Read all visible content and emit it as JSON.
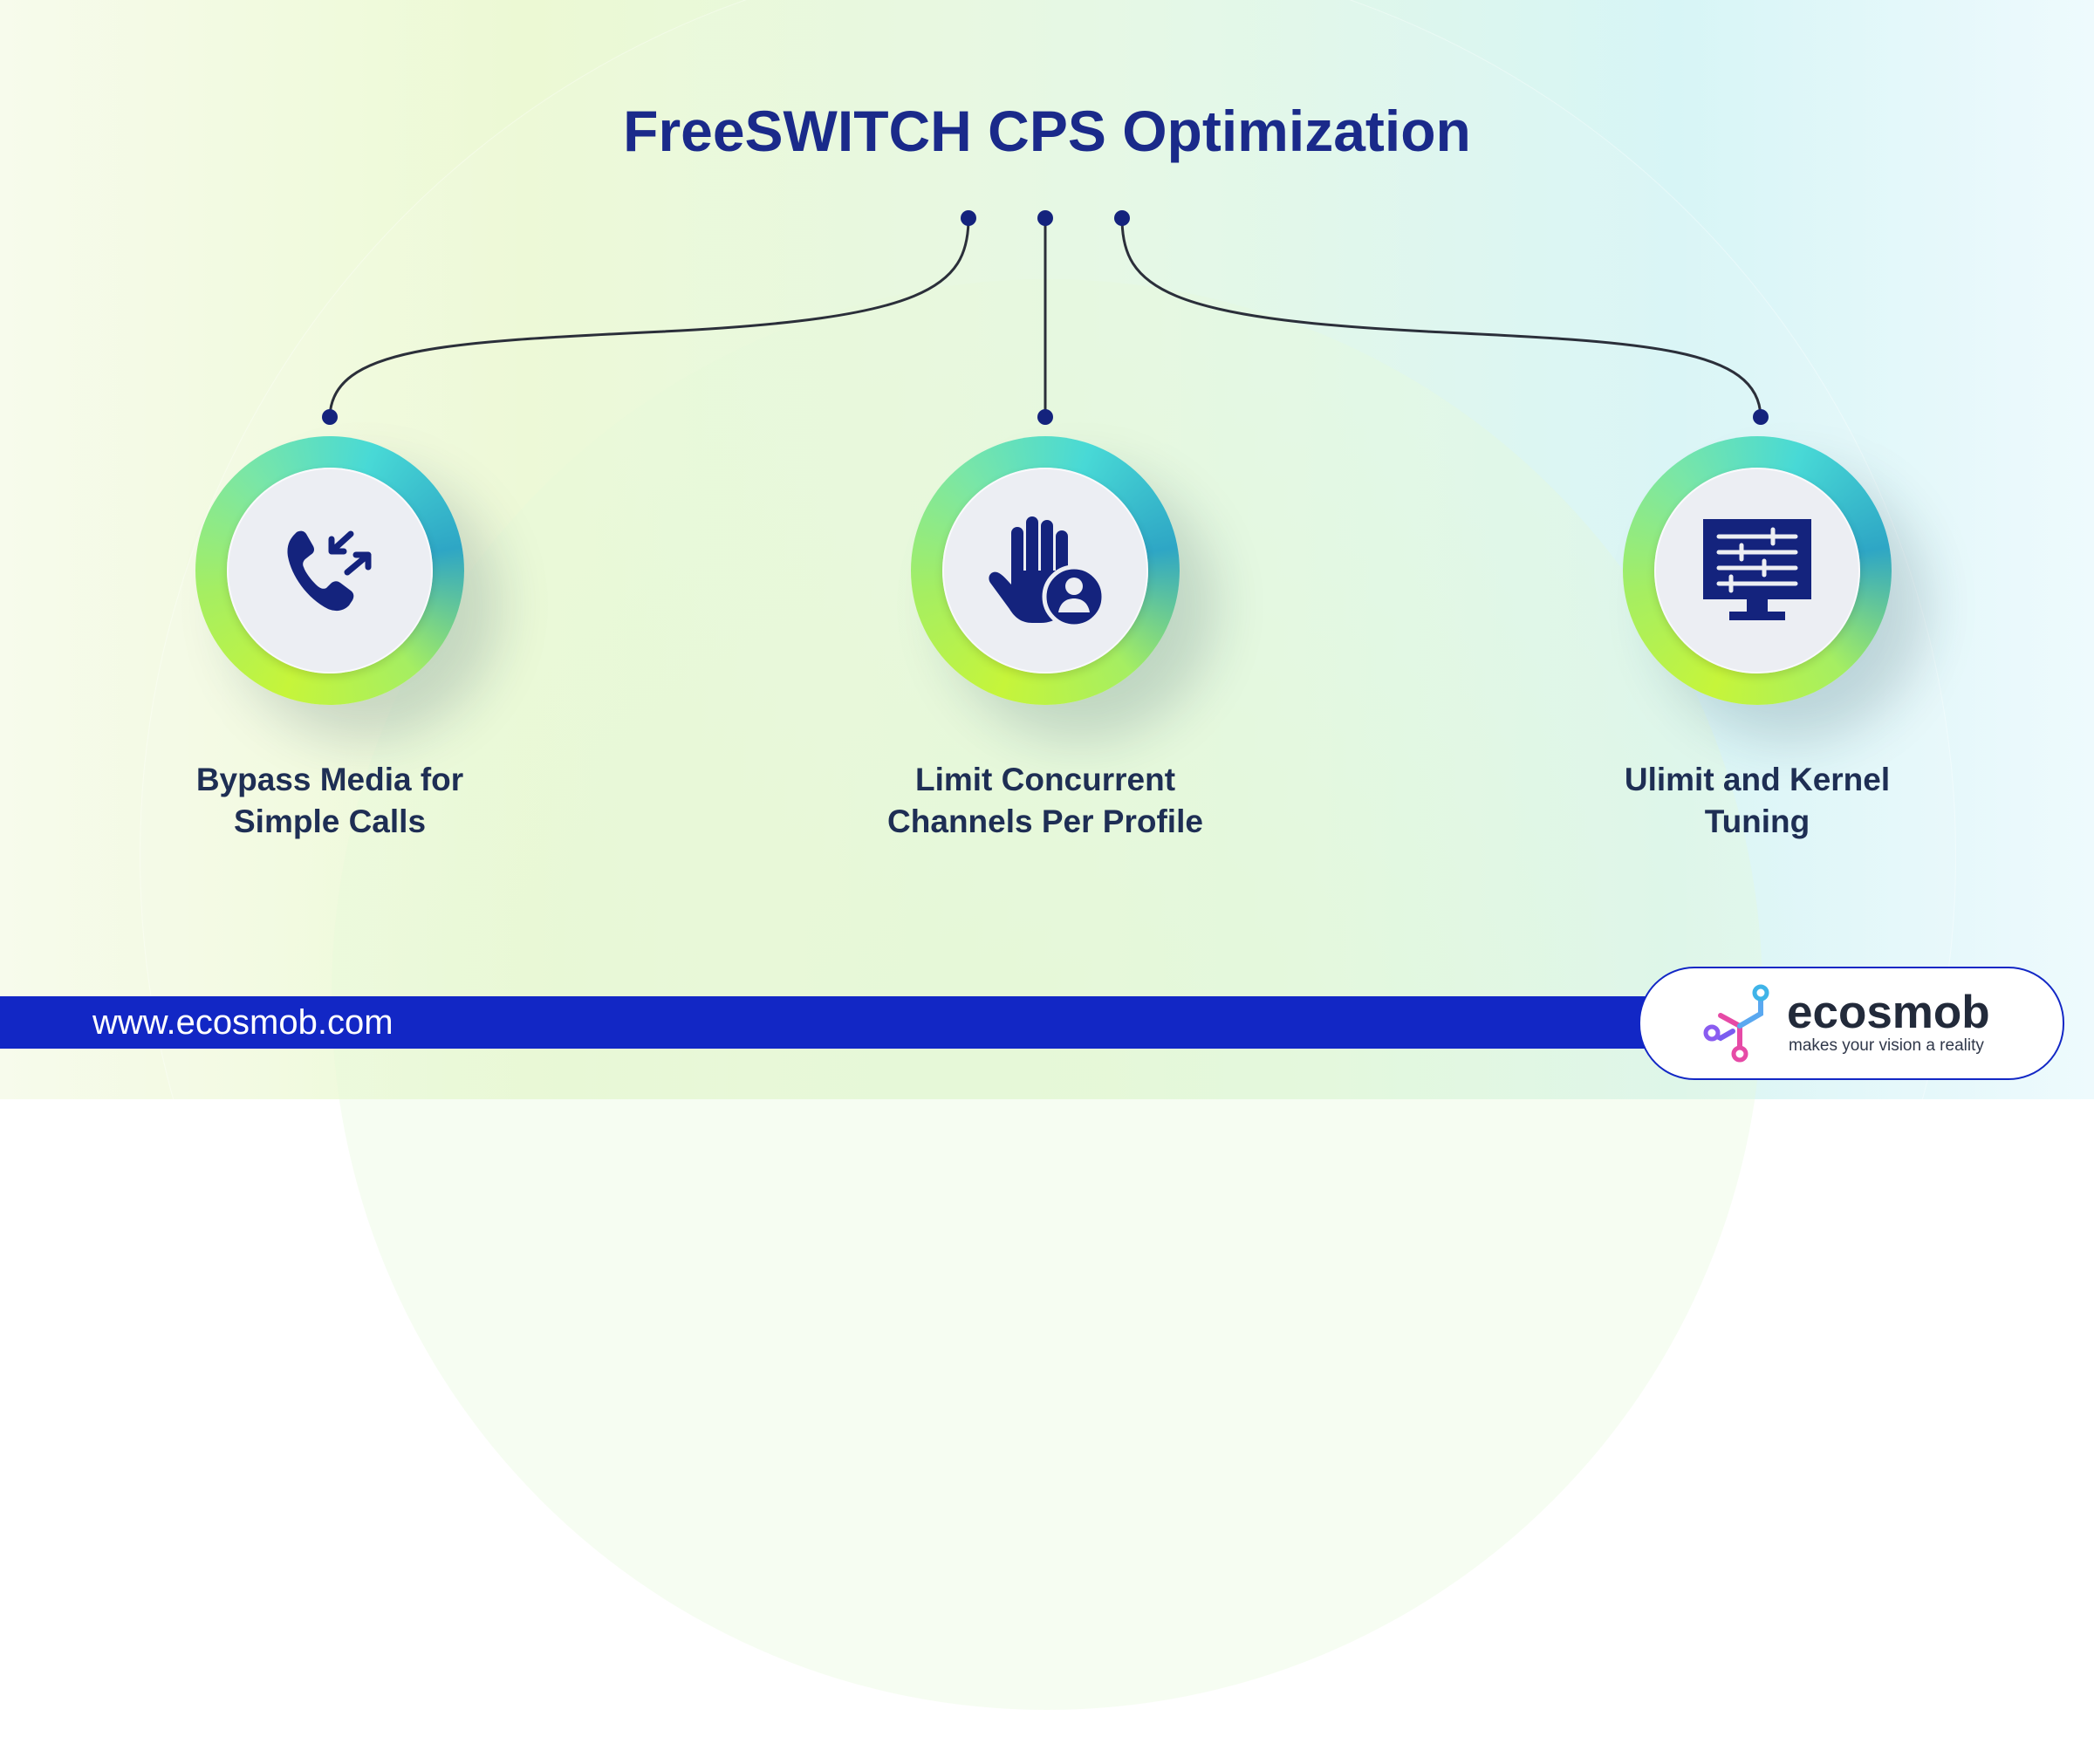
{
  "title": "FreeSWITCH CPS Optimization",
  "nodes": [
    {
      "line1": "Bypass Media for",
      "line2": "Simple Calls",
      "icon": "phone-call-transfer-icon"
    },
    {
      "line1": "Limit Concurrent",
      "line2": "Channels Per Profile",
      "icon": "hand-user-stop-icon"
    },
    {
      "line1": "Ulimit and Kernel",
      "line2": "Tuning",
      "icon": "monitor-sliders-icon"
    }
  ],
  "footer": {
    "url": "www.ecosmob.com"
  },
  "logo": {
    "name": "ecosmob",
    "tagline": "makes your vision a reality"
  },
  "colors": {
    "title": "#1a2a8a",
    "footer_bar": "#1227c5",
    "connector": "#2b2f3a",
    "icon": "#14237d",
    "ring_start": "#c6f53a",
    "ring_end": "#2ea6c5"
  }
}
